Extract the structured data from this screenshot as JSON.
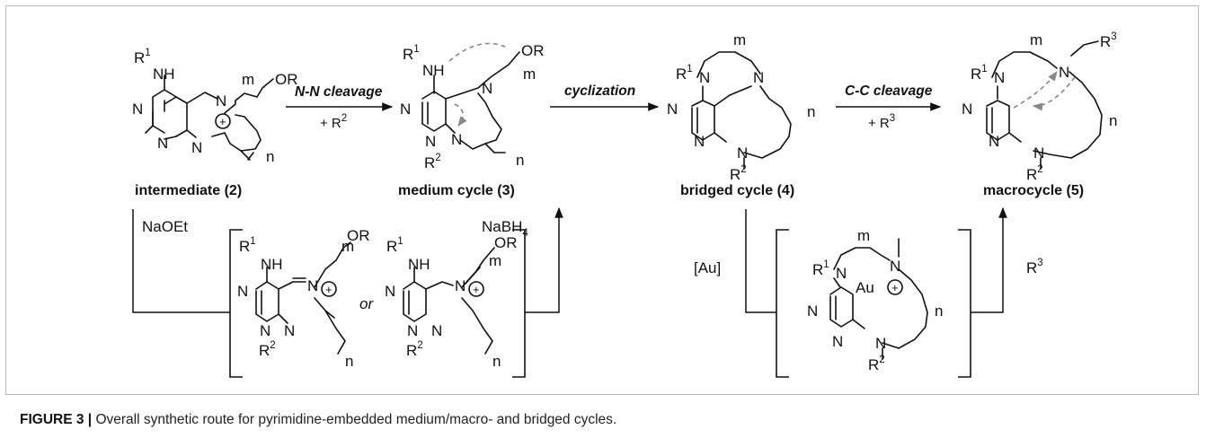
{
  "caption": {
    "figure_label": "FIGURE 3 |",
    "text": " Overall synthetic route for pyrimidine-embedded medium/macro- and bridged cycles."
  },
  "compounds": {
    "c2": {
      "name": "intermediate (",
      "num": "2",
      "close": ")"
    },
    "c3": {
      "name": "medium cycle (",
      "num": "3",
      "close": ")"
    },
    "c4": {
      "name": "bridged cycle (",
      "num": "4",
      "close": ")"
    },
    "c5": {
      "name": "macrocycle (",
      "num": "5",
      "close": ")"
    }
  },
  "steps": {
    "s1_name": "N-N cleavage",
    "s1_reagent": "+ R",
    "s1_sup": "2",
    "s2_name": "cyclization",
    "s3_name": "C-C cleavage",
    "s3_reagent": "+ R",
    "s3_sup": "3"
  },
  "lower": {
    "left_reagent": "NaOEt",
    "right_reagent_main": "NaBH",
    "right_reagent_sub": "4",
    "or_text": "or",
    "au_reagent": "[Au]",
    "r3_reagent": "R",
    "r3_sup": "3",
    "au_label": "Au"
  },
  "atoms": {
    "R": "R",
    "NH": "NH",
    "N": "N",
    "OR": "OR",
    "m": "m",
    "n": "n",
    "one": "1",
    "two": "2",
    "three": "3",
    "plus": "+"
  }
}
